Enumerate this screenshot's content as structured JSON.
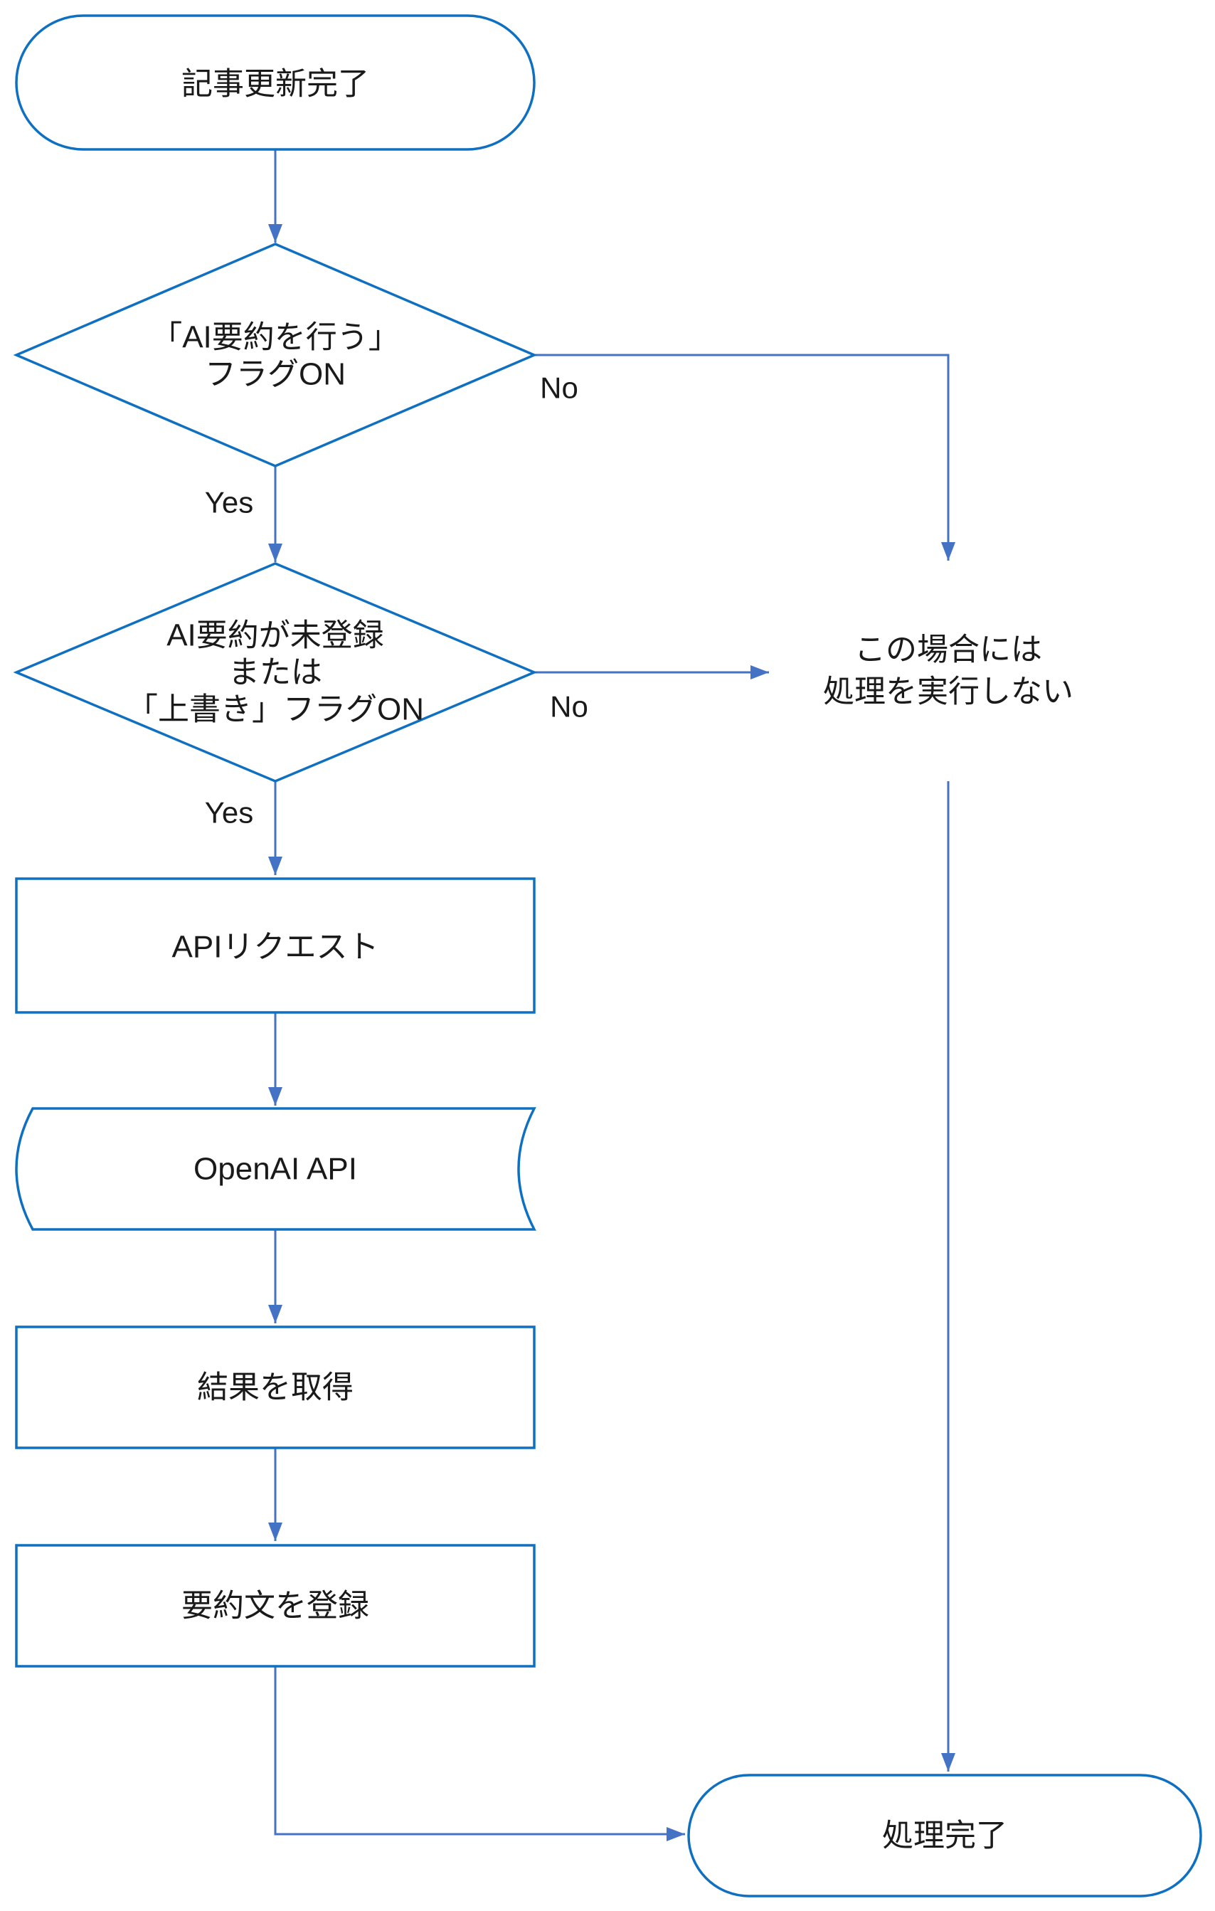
{
  "diagram": {
    "type": "flowchart",
    "colors": {
      "shape_border": "#0f70c1",
      "connector": "#4472c4",
      "text": "#1a1a1a",
      "background": "#ffffff"
    },
    "nodes": {
      "start": {
        "type": "terminator",
        "label": "記事更新完了"
      },
      "decision1": {
        "type": "decision",
        "lines": [
          "「AI要約を行う」",
          "フラグON"
        ]
      },
      "decision2": {
        "type": "decision",
        "lines": [
          "AI要約が未登録",
          "または",
          "「上書き」フラグON"
        ]
      },
      "api_request": {
        "type": "process",
        "label": "APIリクエスト"
      },
      "openai_api": {
        "type": "stored-data",
        "label": "OpenAI API"
      },
      "get_result": {
        "type": "process",
        "label": "結果を取得"
      },
      "register_summary": {
        "type": "process",
        "label": "要約文を登録"
      },
      "no_action_note": {
        "type": "annotation",
        "lines": [
          "この場合には",
          "処理を実行しない"
        ]
      },
      "end": {
        "type": "terminator",
        "label": "処理完了"
      }
    },
    "edge_labels": {
      "decision1_yes": "Yes",
      "decision1_no": "No",
      "decision2_yes": "Yes",
      "decision2_no": "No"
    }
  }
}
